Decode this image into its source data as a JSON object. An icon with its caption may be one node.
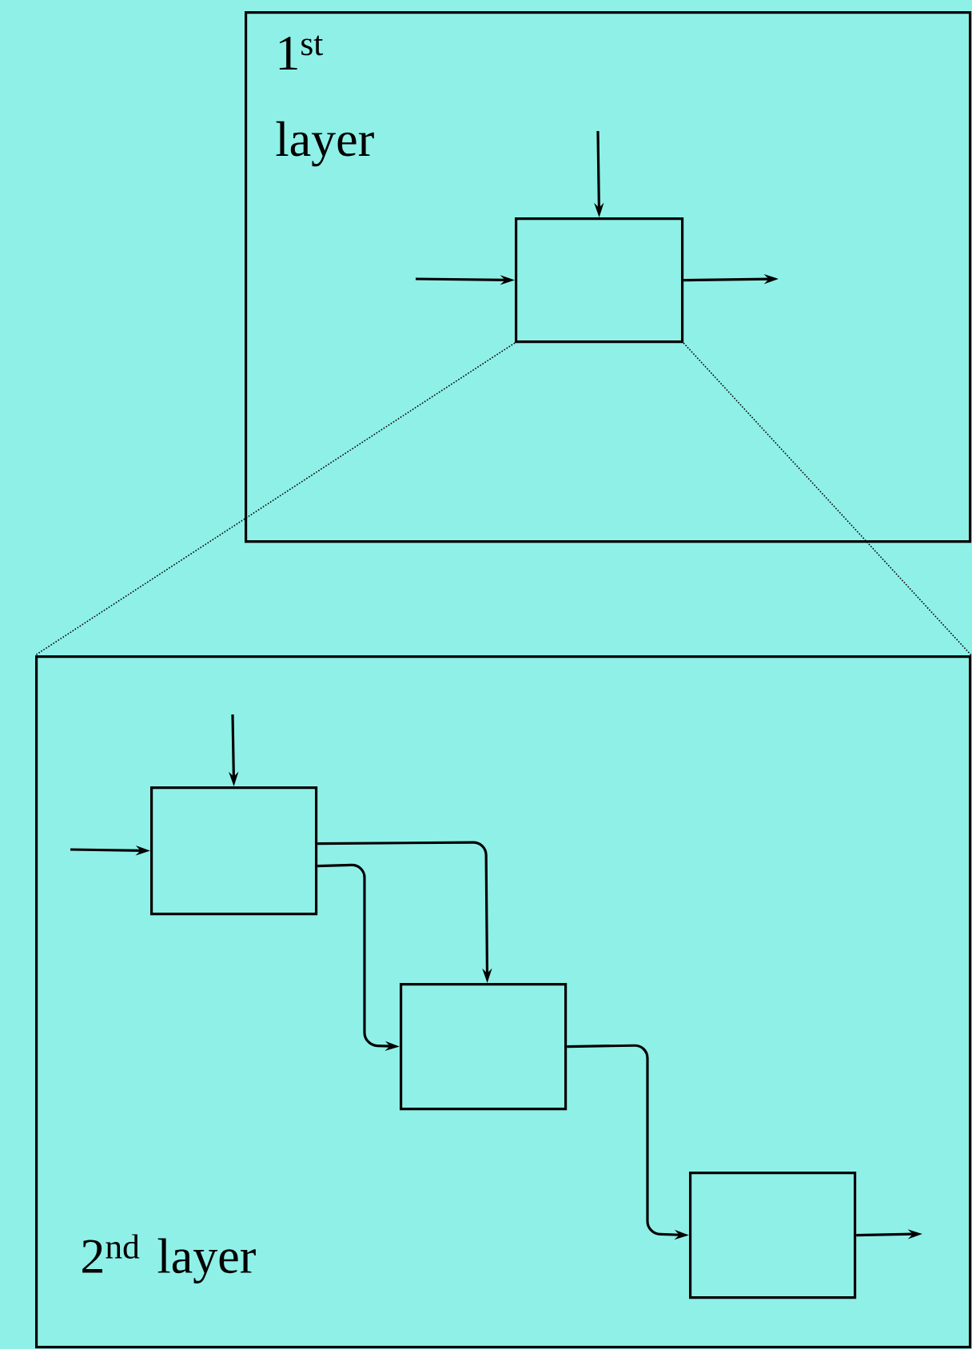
{
  "diagram": {
    "nodes": [
      {
        "text": [
          "1$^{st}$ layer"
        ]
      },
      {
        "text": [],
        "shape": "box",
        "in": 0
      },
      {
        "text": [
          "2$^{nd}$ layer"
        ]
      },
      {
        "text": [],
        "shape": "box",
        "in": 2
      },
      {
        "text": [],
        "shape": "box",
        "in": 2
      },
      {
        "text": [],
        "shape": "box",
        "in": 2
      }
    ],
    "edges": [
      {
        "from": null,
        "to": 1,
        "arrow": "to"
      },
      {
        "from": null,
        "to": 1,
        "arrow": "to"
      },
      {
        "from": 1,
        "to": null,
        "arrow": "to"
      },
      {
        "from": 1,
        "to": 2,
        "arrow": "none",
        "style": "dashed"
      },
      {
        "from": 1,
        "to": 2,
        "arrow": "none",
        "style": "dashed"
      },
      {
        "from": null,
        "to": 3,
        "arrow": "to"
      },
      {
        "from": null,
        "to": 3,
        "arrow": "to"
      },
      {
        "from": 3,
        "to": 4,
        "arrow": "to"
      },
      {
        "from": 3,
        "to": 4,
        "arrow": "to"
      },
      {
        "from": 4,
        "to": 5,
        "arrow": "to"
      },
      {
        "from": 5,
        "to": null,
        "arrow": "to"
      }
    ]
  }
}
